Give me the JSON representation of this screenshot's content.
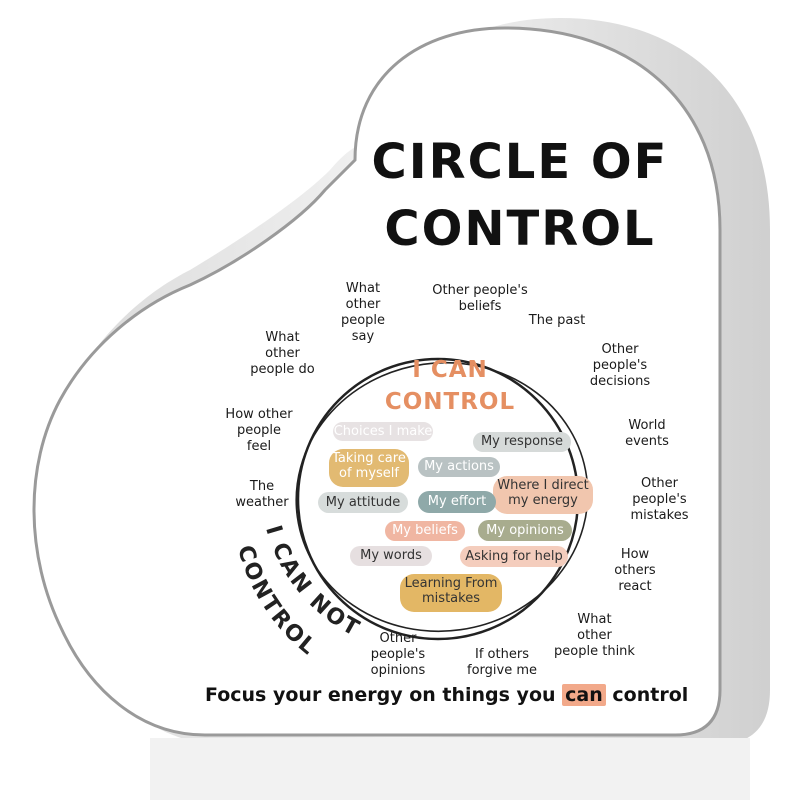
{
  "title": {
    "line1": "CIRCLE OF",
    "line2": "CONTROL"
  },
  "inner_title": {
    "line1": "I CAN",
    "line2": "CONTROL"
  },
  "cannot_label": "I CAN NOT CONTROL",
  "outside": {
    "what_other_people_say": "What\nother\npeople say",
    "other_peoples_beliefs": "Other people's\nbeliefs",
    "the_past": "The past",
    "what_other_people_do": "What\nother\npeople do",
    "other_peoples_decisions": "Other\npeople's\ndecisions",
    "how_other_people_feel": "How other\npeople\nfeel",
    "world_events": "World\nevents",
    "the_weather": "The\nweather",
    "other_peoples_mistakes": "Other\npeople's\nmistakes",
    "how_others_react": "How\nothers\nreact",
    "what_other_people_think": "What\nother\npeople think",
    "other_peoples_opinions": "Other\npeople's\nopinions",
    "if_others_forgive_me": "If others\nforgive me"
  },
  "inside": {
    "choices_i_make": "Choices I make",
    "my_response": "My response",
    "taking_care_of_myself": "Taking care\nof myself",
    "my_actions": "My actions",
    "where_i_direct_my_energy": "Where I direct\nmy energy",
    "my_attitude": "My attitude",
    "my_effort": "My effort",
    "my_beliefs": "My beliefs",
    "my_opinions": "My opinions",
    "my_words": "My words",
    "asking_for_help": "Asking for help",
    "learning_from_mistakes": "Learning From\nmistakes"
  },
  "tagline": {
    "before": "Focus your energy on things you",
    "highlight": "can",
    "after": "control"
  },
  "colors": {
    "choices": "#e7e2e3",
    "response": "#d6dad9",
    "care": "#e2ba72",
    "actions": "#b9c2c3",
    "energy": "#f1c6ae",
    "attitude": "#d7dcdb",
    "effort": "#8fa9a9",
    "beliefs": "#f0b6a2",
    "opinions": "#a8ac8e",
    "words": "#e6dfe0",
    "help": "#f4cdbd",
    "learning": "#e3b765",
    "accent": "#e58f62",
    "highlight": "#f2a98a"
  }
}
